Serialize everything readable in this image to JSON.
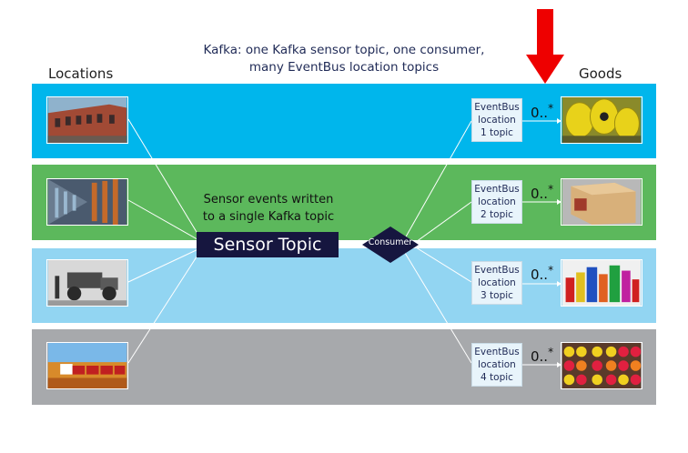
{
  "title": {
    "line1": "Kafka: one Kafka sensor topic, one consumer,",
    "line2": "many EventBus location topics"
  },
  "columns": {
    "locations": "Locations",
    "goods": "Goods"
  },
  "bands": [
    {
      "color": "#00b6ec",
      "location_image": "factory-building-image",
      "goods_image": "barrels-image",
      "eventbus": [
        "EventBus",
        "location",
        "1 topic"
      ],
      "multiplicity": "0..",
      "multiplicity_sup": "*"
    },
    {
      "color": "#5cb85c",
      "location_image": "warehouse-image",
      "goods_image": "box-image",
      "eventbus": [
        "EventBus",
        "location",
        "2 topic"
      ],
      "multiplicity": "0..",
      "multiplicity_sup": "*"
    },
    {
      "color": "#92d5f2",
      "location_image": "vintage-truck-image",
      "goods_image": "fireworks-image",
      "eventbus": [
        "EventBus",
        "location",
        "3 topic"
      ],
      "multiplicity": "0..",
      "multiplicity_sup": "*"
    },
    {
      "color": "#a7a9ac",
      "location_image": "road-train-image",
      "goods_image": "flowers-image",
      "eventbus": [
        "EventBus",
        "location",
        "4 topic"
      ],
      "multiplicity": "0..",
      "multiplicity_sup": "*"
    }
  ],
  "sensor_note": {
    "line1": "Sensor events written",
    "line2": "to a single Kafka topic"
  },
  "sensor_topic": "Sensor Topic",
  "consumer": "Consumer",
  "arrow_color": "#ee0000"
}
